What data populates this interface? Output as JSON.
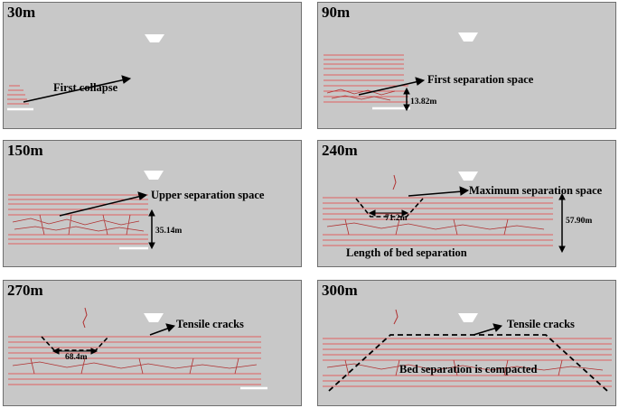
{
  "panels": [
    {
      "id": "p30",
      "title": "30m",
      "labels": {
        "main": "First collapse"
      }
    },
    {
      "id": "p90",
      "title": "90m",
      "labels": {
        "main": "First separation space",
        "dim": "13.82m"
      }
    },
    {
      "id": "p150",
      "title": "150m",
      "labels": {
        "main": "Upper separation space",
        "dim": "35.14m"
      }
    },
    {
      "id": "p240",
      "title": "240m",
      "labels": {
        "main": "Maximum separation space",
        "dim": "57.90m",
        "span": "71.2m",
        "bottom": "Length of bed separation"
      }
    },
    {
      "id": "p270",
      "title": "270m",
      "labels": {
        "main": "Tensile cracks",
        "span": "68.4m"
      }
    },
    {
      "id": "p300",
      "title": "300m",
      "labels": {
        "main": "Tensile cracks",
        "bottom": "Bed separation is compacted"
      }
    }
  ],
  "colors": {
    "background": "#c8c8c8",
    "strata": "#e06060",
    "cracks": "#b03030",
    "annotation": "#000000",
    "highlight": "#ffffff"
  }
}
